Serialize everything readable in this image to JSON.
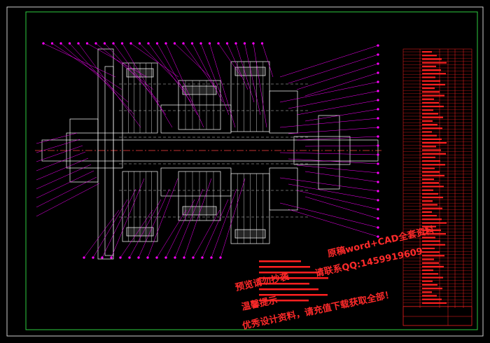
{
  "drawing": {
    "background": "#000000",
    "frame_color": "#2ecc40",
    "line_color": "#ffffff",
    "dim_color": "#ff00ff",
    "table_color": "#ff2020",
    "watermark_color": "#ff2a2a"
  },
  "watermarks": [
    "原稿word+CAD全套资料",
    "预览请勿抄袭",
    "请联系QQ:1459919609",
    "温馨提示",
    "优秀设计资料，请充值下载获取全部！"
  ]
}
